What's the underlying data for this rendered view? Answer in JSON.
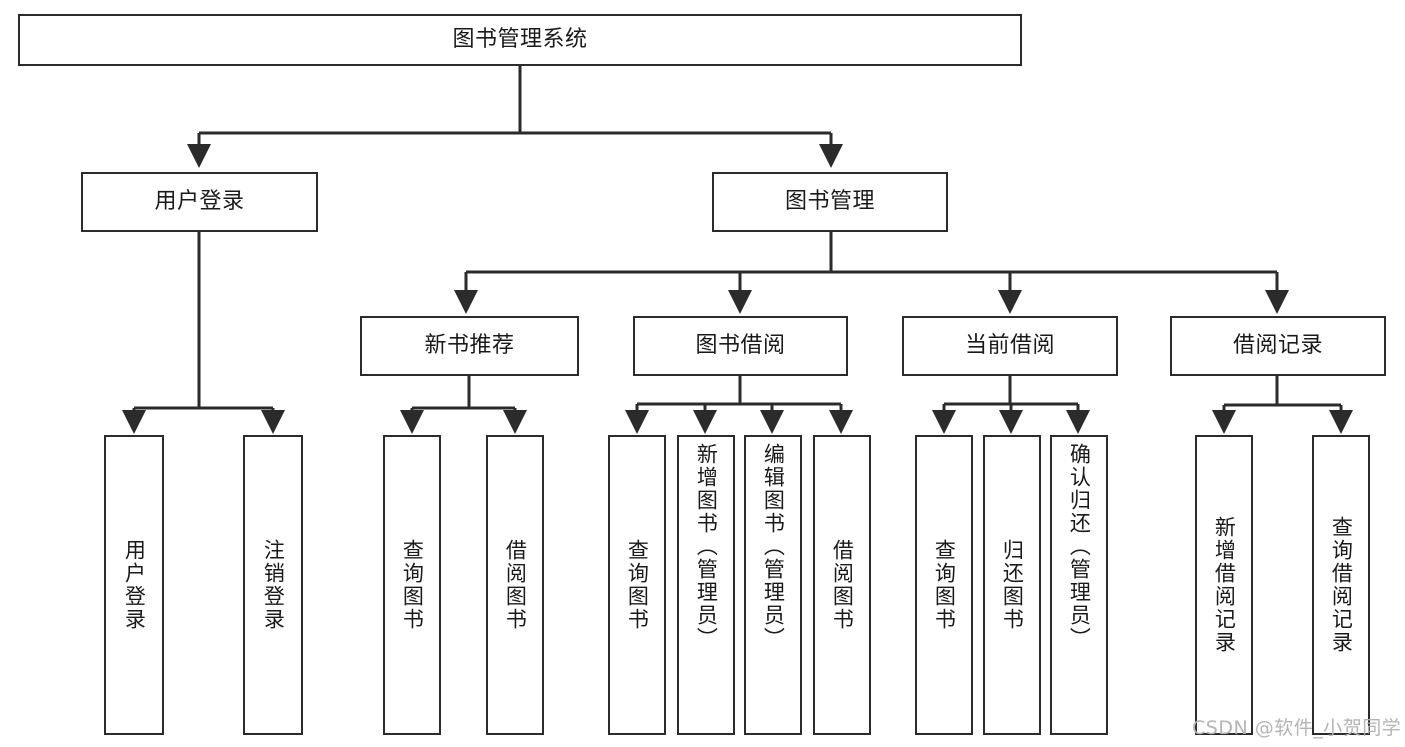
{
  "diagram": {
    "type": "tree-hierarchy-functional-structure",
    "title": "图书管理系统",
    "stroke_color": "#2b2b2b",
    "background_color": "#ffffff",
    "text_color": "#1a1a1a",
    "nodes": {
      "root": {
        "label": "图书管理系统",
        "level": 0
      },
      "l1": [
        {
          "id": "user-login",
          "label": "用户登录",
          "level": 1
        },
        {
          "id": "book-manage",
          "label": "图书管理",
          "level": 1
        }
      ],
      "l2": [
        {
          "id": "new-book-rec",
          "label": "新书推荐",
          "level": 2,
          "parent": "book-manage"
        },
        {
          "id": "book-borrow",
          "label": "图书借阅",
          "level": 2,
          "parent": "book-manage"
        },
        {
          "id": "current-borrow",
          "label": "当前借阅",
          "level": 2,
          "parent": "book-manage"
        },
        {
          "id": "borrow-record",
          "label": "借阅记录",
          "level": 2,
          "parent": "book-manage"
        }
      ],
      "leaves": {
        "user_login": [
          {
            "id": "leaf-user-login",
            "label": "用户登录"
          },
          {
            "id": "leaf-logout-login",
            "label": "注销登录"
          }
        ],
        "new_book_rec": [
          {
            "id": "leaf-query-book-1",
            "label": "查询图书"
          },
          {
            "id": "leaf-borrow-book-1",
            "label": "借阅图书"
          }
        ],
        "book_borrow": [
          {
            "id": "leaf-query-book-2",
            "label": "查询图书"
          },
          {
            "id": "leaf-add-book",
            "label": "新增图书（管理员）"
          },
          {
            "id": "leaf-edit-book",
            "label": "编辑图书（管理员）"
          },
          {
            "id": "leaf-borrow-book-2",
            "label": "借阅图书"
          }
        ],
        "current_borrow": [
          {
            "id": "leaf-query-book-3",
            "label": "查询图书"
          },
          {
            "id": "leaf-return-book",
            "label": "归还图书"
          },
          {
            "id": "leaf-confirm-return",
            "label": "确认归还（管理员）"
          }
        ],
        "borrow_record": [
          {
            "id": "leaf-add-record",
            "label": "新增借阅记录"
          },
          {
            "id": "leaf-query-record",
            "label": "查询借阅记录"
          }
        ]
      }
    }
  },
  "watermark": {
    "text": "CSDN @软件_小贺同学",
    "color": "#b4b4b4"
  }
}
